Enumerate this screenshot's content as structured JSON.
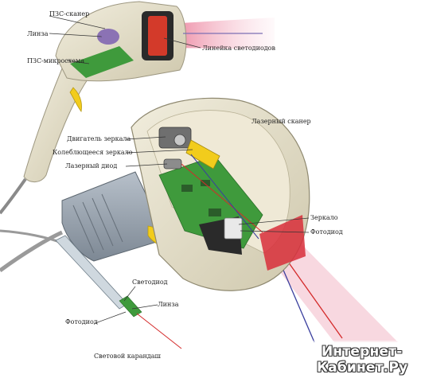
{
  "labels": {
    "ccd_scanner": "ПЗС-сканер",
    "lens_top": "Линза",
    "ccd_chip": "ПЗС-микросхема",
    "led_line": "Линейка светодиодов",
    "laser_scanner": "Лазерный сканер",
    "mirror_motor": "Двигатель зеркала",
    "oscillating_mirror": "Колеблющееся зеркало",
    "laser_diode": "Лазерный диод",
    "mirror": "Зеркало",
    "photodiode_right": "Фотодиод",
    "led_pen": "Светодиод",
    "lens_pen": "Линза",
    "photodiode_pen": "Фотодиод",
    "light_pen": "Световой карандаш"
  },
  "watermark": {
    "line1": "Интернет-",
    "line2": "Кабинет.Ру"
  },
  "colors": {
    "housing": "#e7e2cf",
    "handle_gray": "#9aa5b1",
    "pcb_green": "#3f9a3c",
    "laser_red": "#d42a2a",
    "accent_yellow": "#f2cc1c"
  }
}
